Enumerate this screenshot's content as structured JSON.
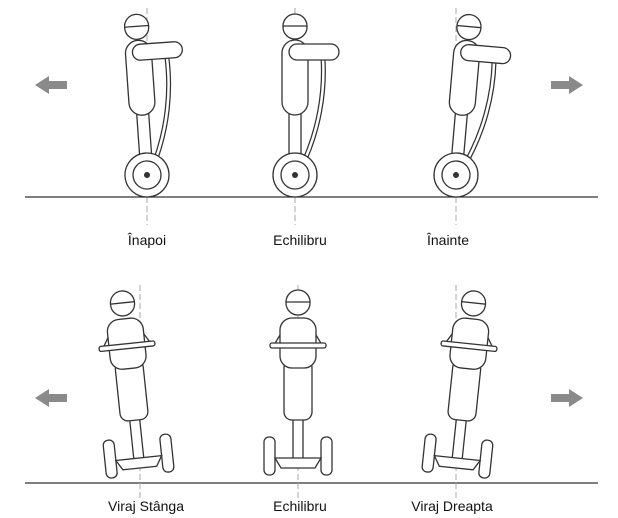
{
  "colors": {
    "line": "#333333",
    "arrow": "#8a8a8a",
    "dash": "#aaaaaa"
  },
  "top_row": {
    "labels": [
      "Înapoi",
      "Echilibru",
      "Înainte"
    ],
    "arrows": [
      "arrow-left-icon",
      "arrow-right-icon"
    ]
  },
  "bottom_row": {
    "labels": [
      "Viraj Stânga",
      "Echilibru",
      "Viraj Dreapta"
    ],
    "arrows": [
      "arrow-left-icon",
      "arrow-right-icon"
    ]
  }
}
